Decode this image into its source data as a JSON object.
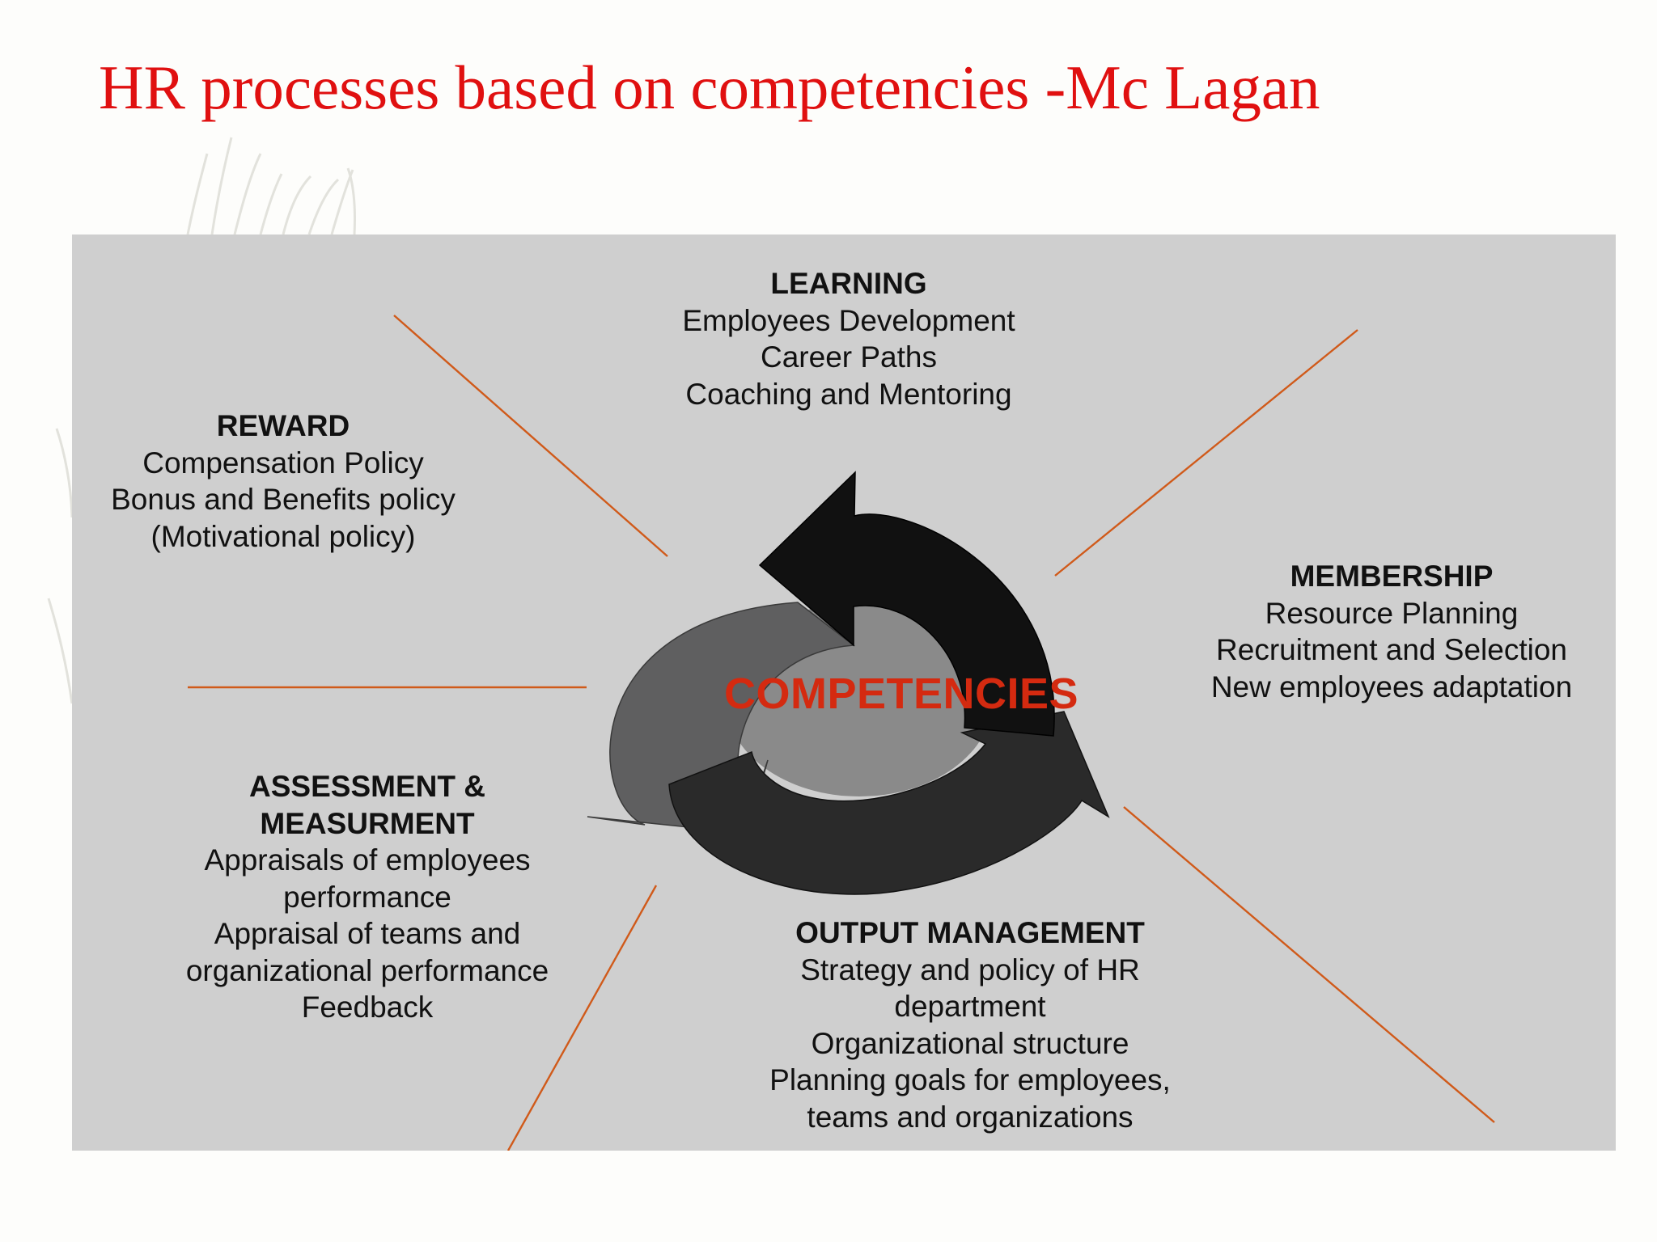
{
  "title": "HR processes based on competencies -Mc Lagan",
  "center": "COMPETENCIES",
  "blocks": {
    "learning": {
      "heading": "LEARNING",
      "lines": [
        "Employees Development",
        "Career Paths",
        "Coaching and Mentoring"
      ]
    },
    "reward": {
      "heading": "REWARD",
      "lines": [
        "Compensation Policy",
        "Bonus and Benefits policy",
        "(Motivational policy)"
      ]
    },
    "membership": {
      "heading": "MEMBERSHIP",
      "lines": [
        "Resource Planning",
        "Recruitment and Selection",
        "New employees adaptation"
      ]
    },
    "assessment": {
      "heading": [
        "ASSESSMENT &",
        "MEASURMENT"
      ],
      "lines": [
        "Appraisals of employees",
        "performance",
        "Appraisal of teams and",
        "organizational performance",
        "Feedback"
      ]
    },
    "output": {
      "heading": "OUTPUT MANAGEMENT",
      "lines": [
        "Strategy and policy of HR",
        "department",
        "Organizational structure",
        "Planning goals for employees,",
        "teams and organizations"
      ]
    }
  },
  "colors": {
    "title": "#e01010",
    "panel": "#cfcfcf",
    "divider": "#d05a1a",
    "center_text": "#d42a10",
    "arrow_dark": "#111111",
    "arrow_mid": "#2a2a2a",
    "arrow_light": "#5f5f60",
    "inner_disc": "#8a8a8a"
  }
}
